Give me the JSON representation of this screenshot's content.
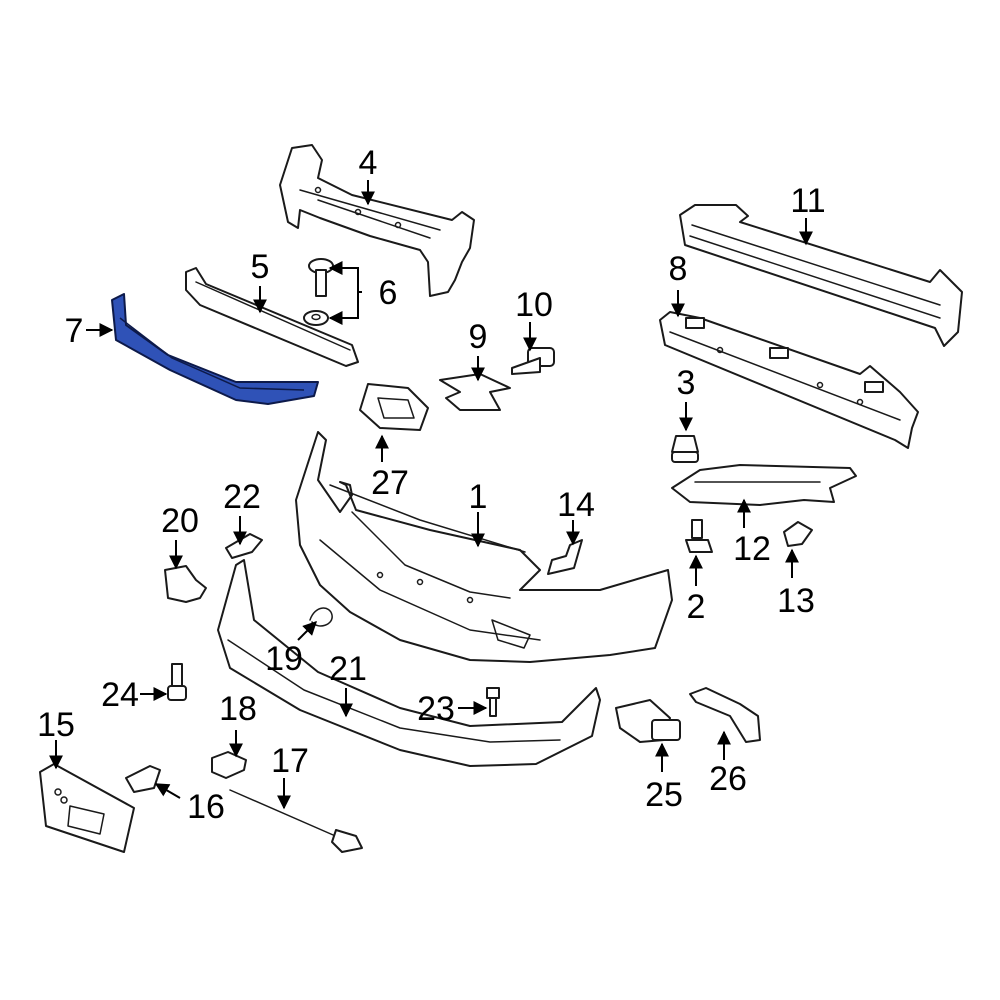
{
  "colors": {
    "highlight": "#2f52b7",
    "line": "#1a1a1a",
    "background": "#ffffff"
  },
  "callouts": {
    "c1": "1",
    "c2": "2",
    "c3": "3",
    "c4": "4",
    "c5": "5",
    "c6": "6",
    "c7": "7",
    "c8": "8",
    "c9": "9",
    "c10": "10",
    "c11": "11",
    "c12": "12",
    "c13": "13",
    "c14": "14",
    "c15": "15",
    "c16": "16",
    "c17": "17",
    "c18": "18",
    "c19": "19",
    "c20": "20",
    "c21": "21",
    "c22": "22",
    "c23": "23",
    "c24": "24",
    "c25": "25",
    "c26": "26",
    "c27": "27"
  }
}
